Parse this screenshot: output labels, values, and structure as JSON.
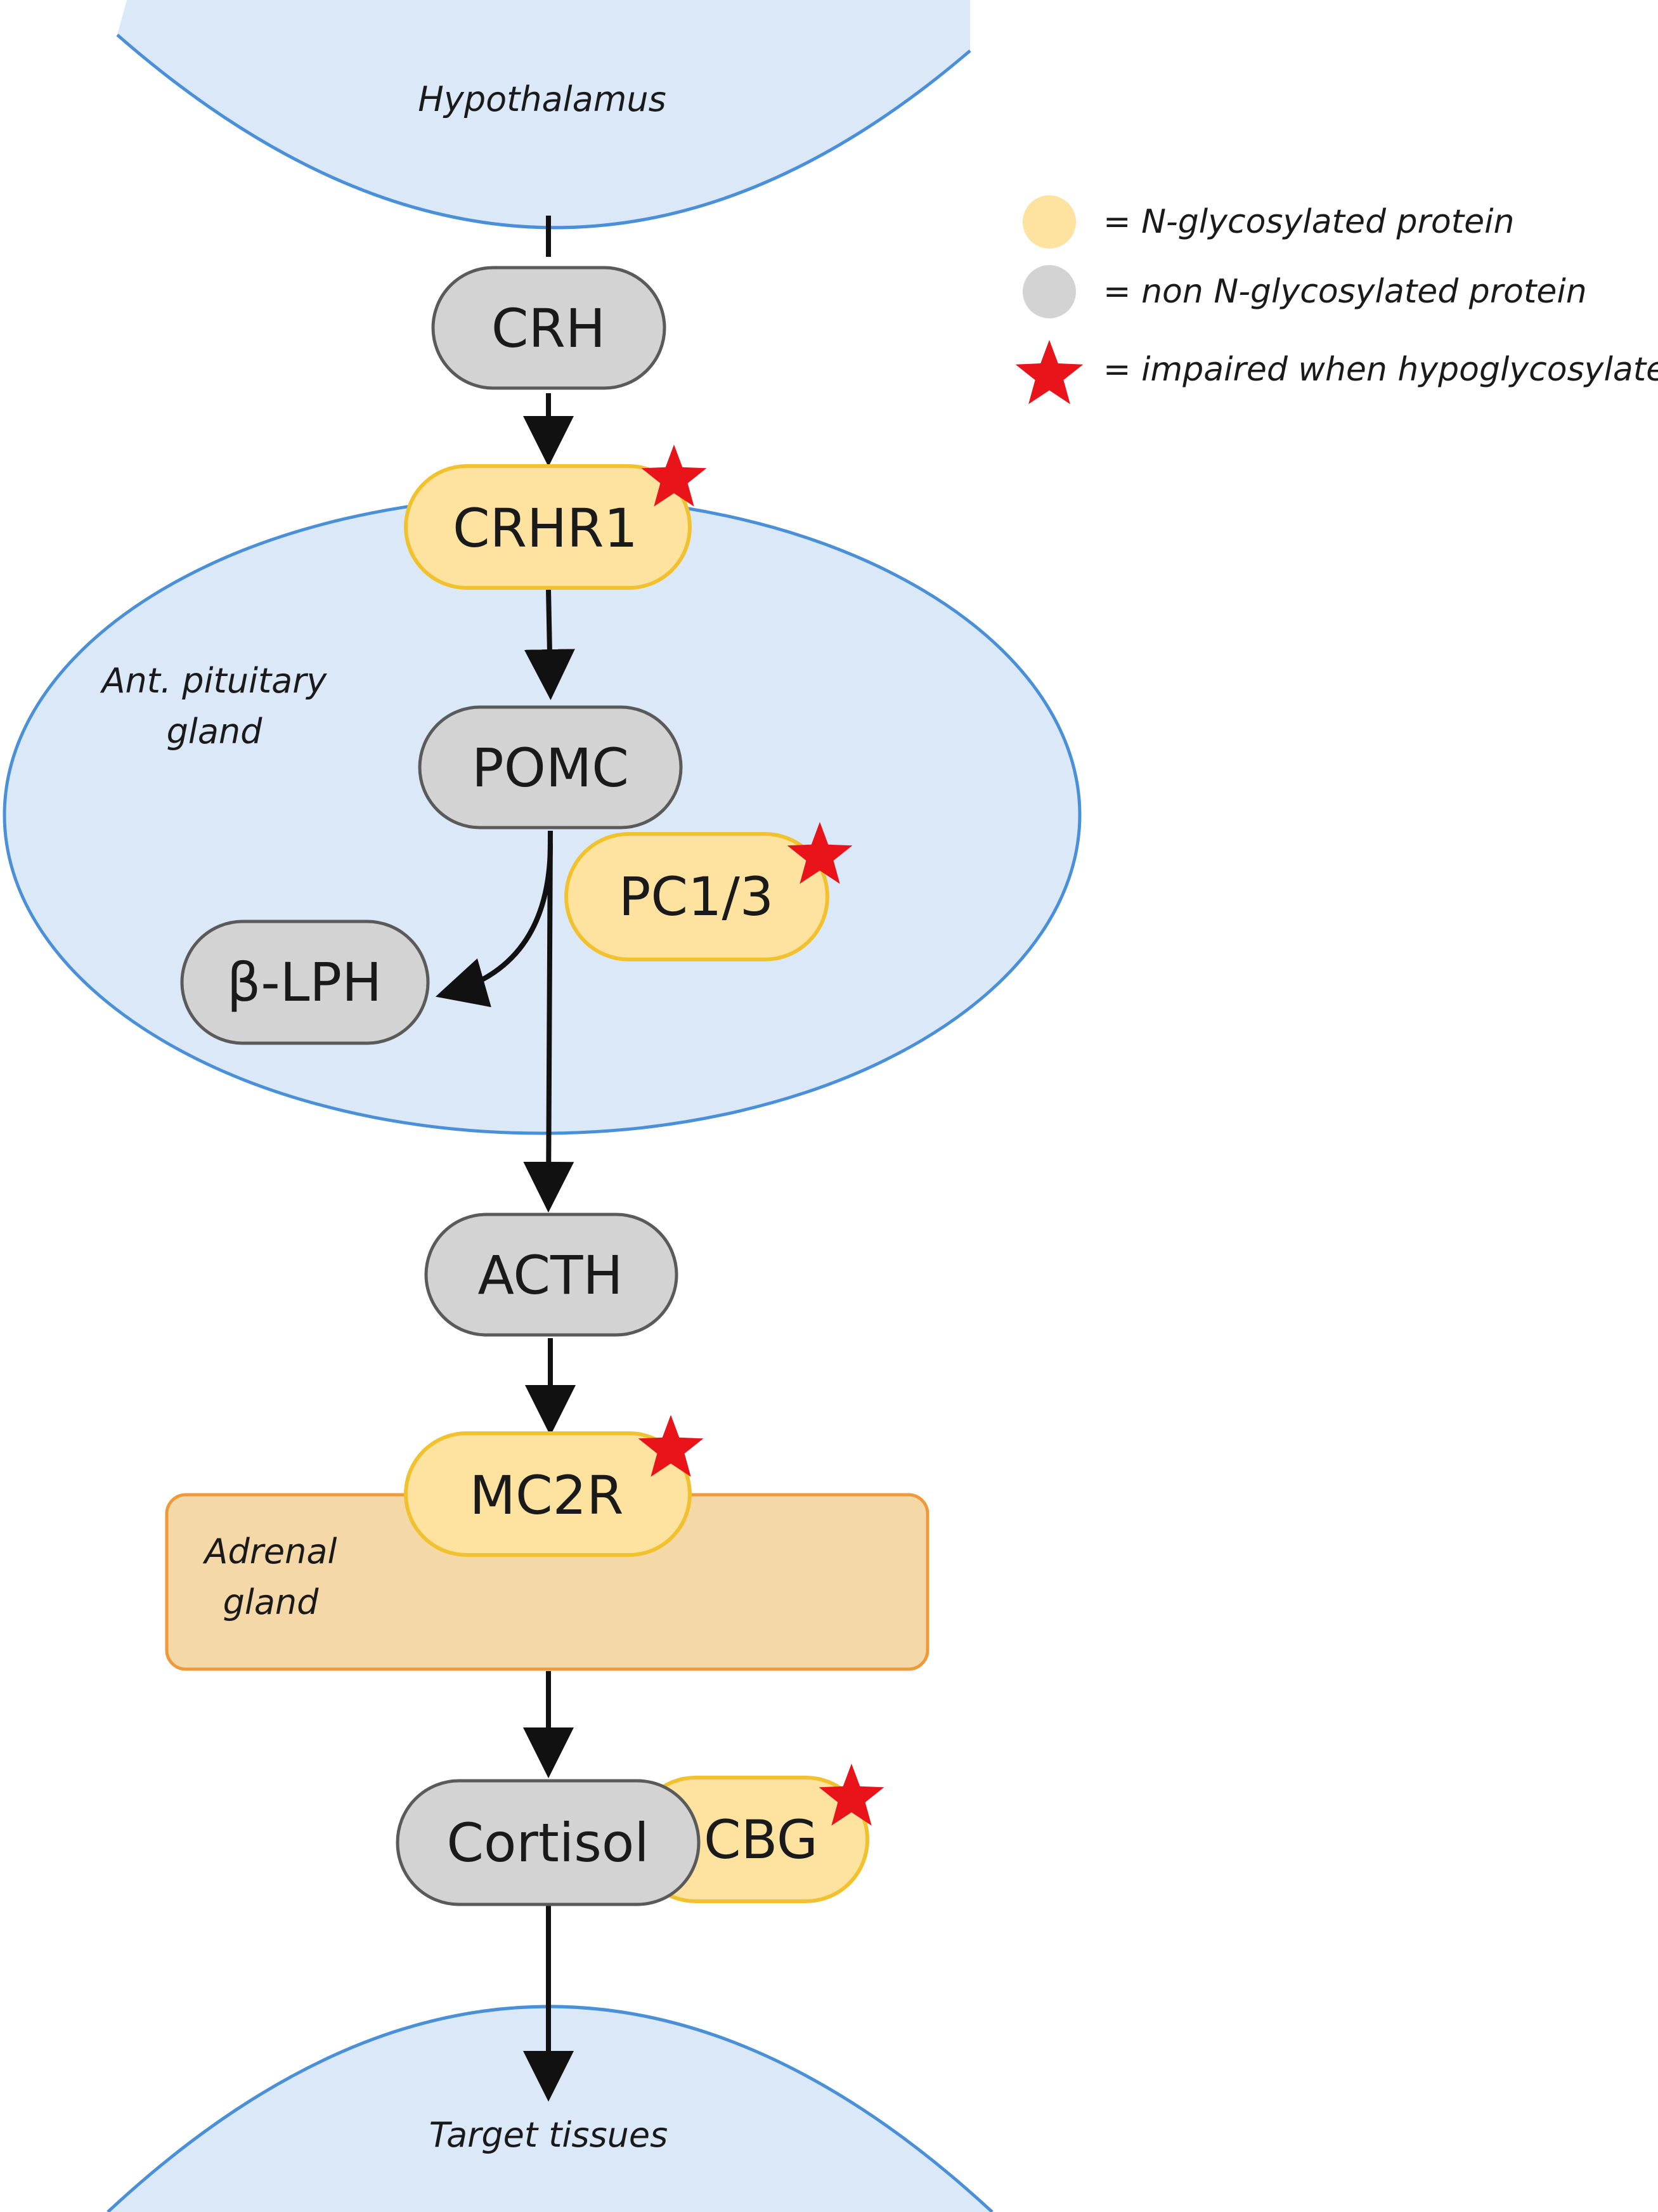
{
  "colors": {
    "region_fill": "#dbe8f8",
    "region_stroke": "#4a90d9",
    "adrenal_fill": "#f4d8a8",
    "adrenal_stroke": "#ef9a3a",
    "glyco_fill": "#fde2a0",
    "glyco_stroke": "#f2c12e",
    "nonglyco_fill": "#d3d3d3",
    "nonglyco_stroke": "#5a5a5a",
    "star": "#e8141a",
    "arrow": "#111111"
  },
  "regions": {
    "hypothalamus": "Hypothalamus",
    "pituitary_line1": "Ant. pituitary",
    "pituitary_line2": "gland",
    "adrenal_line1": "Adrenal",
    "adrenal_line2": "gland",
    "target": "Target tissues"
  },
  "nodes": {
    "crh": "CRH",
    "crhr1": "CRHR1",
    "pomc": "POMC",
    "pc13": "PC1/3",
    "blph": "β-LPH",
    "acth": "ACTH",
    "mc2r": "MC2R",
    "cortisol": "Cortisol",
    "cbg": "CBG"
  },
  "legend": {
    "glyco": "= N-glycosylated protein",
    "nonglyco": "= non N-glycosylated protein",
    "star": "= impaired when hypoglycosylated",
    "glyco_icon": "yellow-circle",
    "nonglyco_icon": "gray-circle",
    "star_icon": "red-star"
  }
}
